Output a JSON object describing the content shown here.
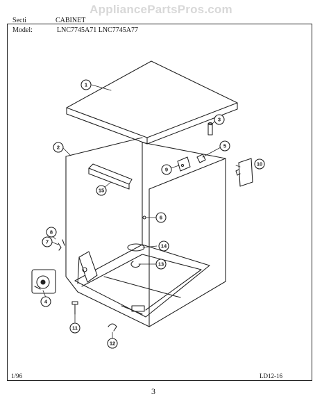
{
  "watermark": "AppliancePartsPros.com",
  "header": {
    "section_label": "Secti",
    "title": "CABINET",
    "model_label": "Model:",
    "models": "LNC7745A71  LNC7745A77"
  },
  "footer": {
    "date": "1/96",
    "code": "LD12-16",
    "page_mark": "3"
  },
  "callouts": [
    "1",
    "2",
    "3",
    "4",
    "5",
    "6",
    "7",
    "8",
    "9",
    "10",
    "11",
    "12",
    "13",
    "14",
    "15"
  ]
}
